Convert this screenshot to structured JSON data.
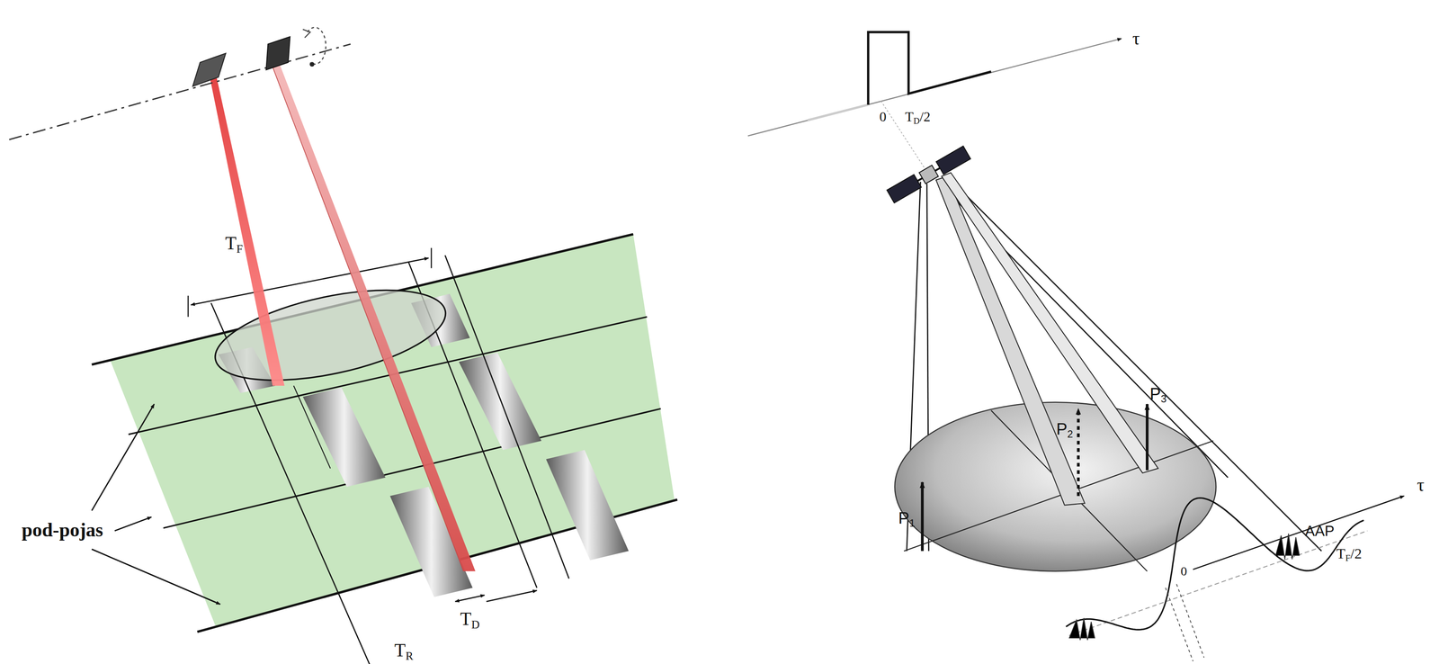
{
  "diagram": {
    "labels": [
      "TF",
      "TD",
      "TR",
      "pod-pojas",
      "τ",
      "0",
      "TD/2",
      "P1",
      "P2",
      "P3",
      "AAP",
      "τ",
      "TF/2",
      "0"
    ]
  }
}
